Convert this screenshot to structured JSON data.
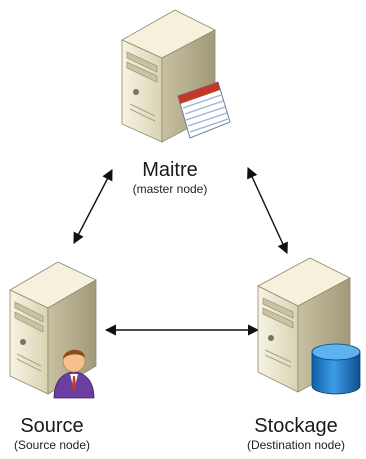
{
  "nodes": {
    "master": {
      "name": "Maitre",
      "role": "(master node)",
      "icon": "server-with-document-icon"
    },
    "source": {
      "name": "Source",
      "role": "(Source node)",
      "icon": "server-with-user-icon"
    },
    "storage": {
      "name": "Stockage",
      "role": "(Destination node)",
      "icon": "server-with-database-icon"
    }
  },
  "edges": [
    {
      "from": "master",
      "to": "source",
      "style": "double-arrow"
    },
    {
      "from": "master",
      "to": "storage",
      "style": "double-arrow"
    },
    {
      "from": "source",
      "to": "storage",
      "style": "double-arrow"
    }
  ],
  "colors": {
    "server_front": "#e9e4c8",
    "server_side": "#b9b394",
    "server_top": "#f4f0dc",
    "database": "#1f78c8",
    "arrow": "#111111"
  }
}
